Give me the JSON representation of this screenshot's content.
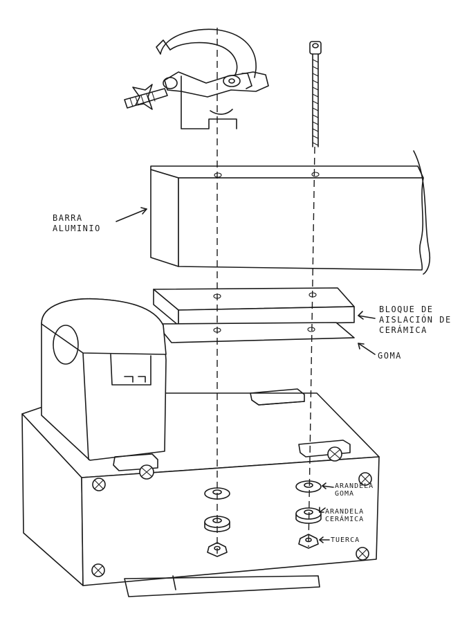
{
  "labels": {
    "barra": [
      "BARRA",
      "ALUMINIO"
    ],
    "bloque": [
      "BLOQUE DE",
      "AISLACIÓN DE",
      "CERÁMICA"
    ],
    "goma": "GOMA",
    "arandela_goma": [
      "ARANDELA",
      "GOMA"
    ],
    "arandela_ceramica": [
      "ARANDELA",
      "CERÁMICA"
    ],
    "tuerca": "TUERCA"
  }
}
